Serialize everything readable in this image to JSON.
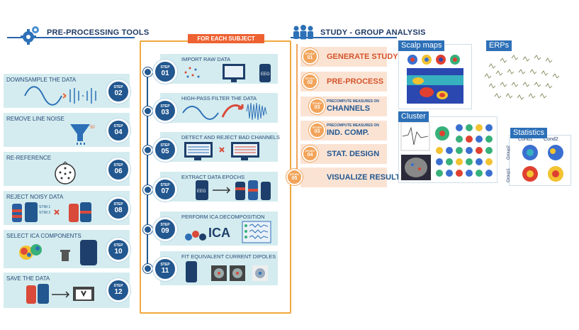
{
  "preprocessing": {
    "title": "PRE-PROCESSING TOOLS",
    "cards": [
      {
        "label": "DOWNSAMPLE THE DATA",
        "step": "02"
      },
      {
        "label": "REMOVE LINE NOISE",
        "step": "04"
      },
      {
        "label": "RE-REFERENCE",
        "step": "06"
      },
      {
        "label": "REJECT NOISY DATA",
        "step": "08"
      },
      {
        "label": "SELECT ICA COMPONENTS",
        "step": "10"
      },
      {
        "label": "SAVE THE DATA",
        "step": "12"
      }
    ]
  },
  "step_word": "STEP",
  "subject": {
    "title": "FOR EACH SUBJECT",
    "cards": [
      {
        "label": "IMPORT RAW DATA",
        "step": "01"
      },
      {
        "label": "HIGH-PASS FILTER THE DATA",
        "step": "03"
      },
      {
        "label": "DETECT AND REJECT BAD CHANNELS",
        "step": "05"
      },
      {
        "label": "EXTRACT DATA EPOCHS",
        "step": "07"
      },
      {
        "label": "PERFORM ICA DECOMPOSITION",
        "step": "09"
      },
      {
        "label": "FIT EQUIVALENT CURRENT DIPOLES",
        "step": "11"
      }
    ]
  },
  "study": {
    "title": "STUDY - GROUP ANALYSIS",
    "step_word": "STUDY",
    "cards": [
      {
        "label": "GENERATE STUDY",
        "step": "01"
      },
      {
        "label": "PRE-PROCESS",
        "step": "02"
      },
      {
        "label_small": "PRECOMPUTE MEASURES ON",
        "label": "CHANNELS",
        "step": "03"
      },
      {
        "label_small": "PRECOMPUTE MEASURES ON",
        "label": "IND. COMP.",
        "step": "03"
      },
      {
        "label": "STAT. DESIGN",
        "step": "04"
      },
      {
        "label": "VISUALIZE RESULTS",
        "step": "05"
      }
    ]
  },
  "panels": {
    "scalp": "Scalp maps",
    "erps": "ERPs",
    "cluster": "Cluster",
    "statistics": "Statistics",
    "cond1": "Cond1",
    "cond2": "Cond2",
    "group1": "Group1",
    "group2": "Group2"
  },
  "icon_text": {
    "eeg": "EEG",
    "ica": "ICA",
    "stim1": "STIM 1",
    "stim2": "STIM 2"
  },
  "colors": {
    "navy": "#22578f",
    "card_blue": "#d4ecef",
    "orange": "#ee6231",
    "study_card": "#fbe3d4",
    "study_text": "#d4532a"
  }
}
